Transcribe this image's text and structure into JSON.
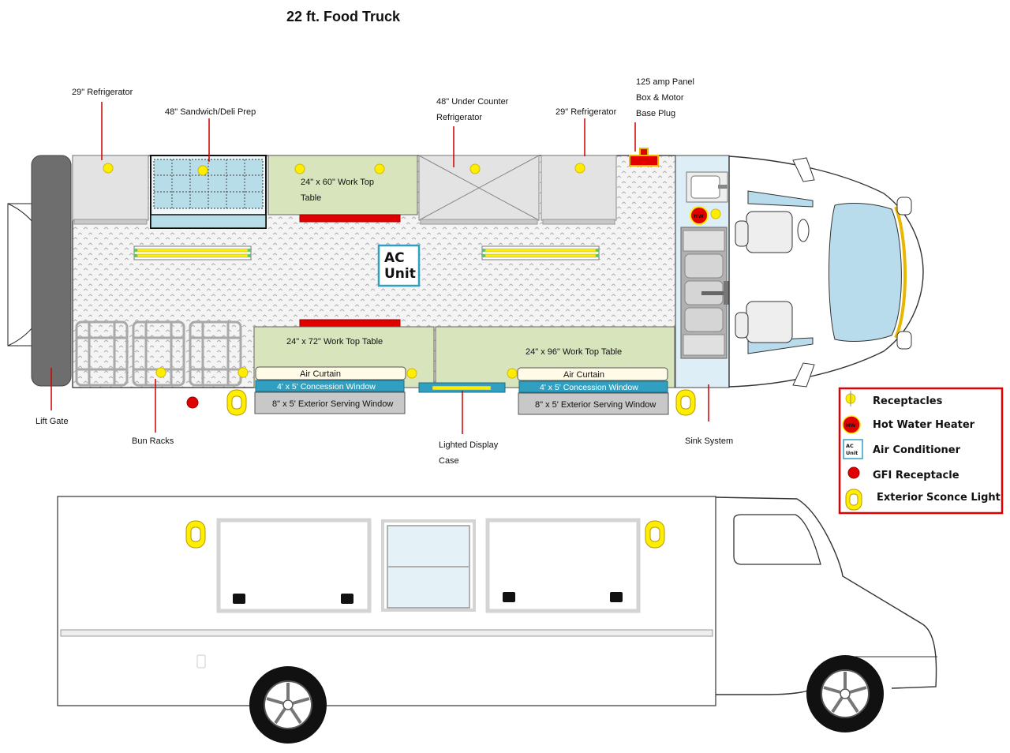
{
  "title": "22 ft. Food Truck",
  "callouts": {
    "fridge_left": "29\" Refrigerator",
    "sandwich_prep": "48\" Sandwich/Deli Prep",
    "under_counter": [
      "48\" Under Counter",
      "Refrigerator"
    ],
    "fridge_right": "29\" Refrigerator",
    "panel_box": [
      "125 amp Panel",
      "Box & Motor",
      "Base Plug"
    ],
    "lift_gate": "Lift Gate",
    "bun_racks": "Bun Racks",
    "display_case": [
      "Lighted Display",
      "Case"
    ],
    "sink_system": "Sink System"
  },
  "fixtures": {
    "work_table_60": [
      "24\" x 60\" Work Top",
      "Table"
    ],
    "ac_unit": [
      "AC",
      "Unit"
    ],
    "work_table_72": "24\" x 72\" Work Top Table",
    "work_table_96": "24\" x 96\" Work Top Table",
    "air_curtain_left": "Air Curtain",
    "air_curtain_right": "Air Curtain",
    "concession_left": "4' x 5' Concession Window",
    "concession_right": "4' x 5' Concession Window",
    "serving_left": "8\" x 5' Exterior Serving Window",
    "serving_right": "8\" x 5' Exterior Serving Window",
    "hot_water_abbrev": "HW"
  },
  "legend": {
    "items": [
      {
        "label": "Receptacles",
        "icon": "receptacle-icon"
      },
      {
        "label": "Hot Water Heater",
        "icon": "hot-water-heater-icon"
      },
      {
        "label": "Air Conditioner",
        "icon": "air-conditioner-icon",
        "abbrev": [
          "AC",
          "Unit"
        ]
      },
      {
        "label": "GFI Receptacle",
        "icon": "gfi-receptacle-icon"
      },
      {
        "label": "Exterior Sconce Light",
        "icon": "sconce-light-icon"
      }
    ]
  },
  "colors": {
    "worktop": "#d8e4bc",
    "refrigerator": "#e3e3e3",
    "prep_glass": "#b7dde8",
    "concession_window": "#31a0c0",
    "serving_window": "#c8c8c8",
    "receptacle": "#ffee00",
    "heat_strip": "#e00000",
    "legend_border": "#e00000",
    "lift_gate": "#6e6e6e",
    "sink_area": "#ddeef6"
  }
}
